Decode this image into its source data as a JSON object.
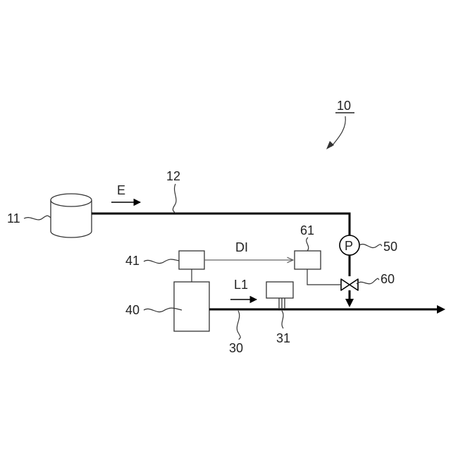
{
  "labels": {
    "system": "10",
    "source": "11",
    "supply_line": "12",
    "flow_e": "E",
    "outlet_line": "30",
    "sensor": "31",
    "unit": "40",
    "controller": "41",
    "pump": "50",
    "pump_symbol": "P",
    "valve": "60",
    "valve_controller": "61",
    "signal_di": "DI",
    "flow_l1": "L1"
  }
}
